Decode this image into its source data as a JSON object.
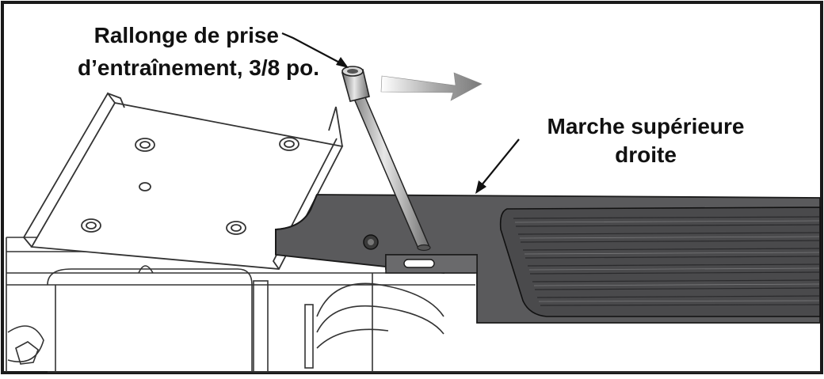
{
  "callouts": {
    "extension_line1": "Rallonge de prise",
    "extension_line2": "d’entraînement, 3/8 po.",
    "step_line1": "Marche supérieure",
    "step_line2": "droite"
  },
  "colors": {
    "border": "#1a1a1a",
    "step_fill": "#5a5a5c",
    "tread_fill": "#4a4a4c",
    "line_art": "#333333",
    "arrow_fill": "#8c8c8c"
  }
}
